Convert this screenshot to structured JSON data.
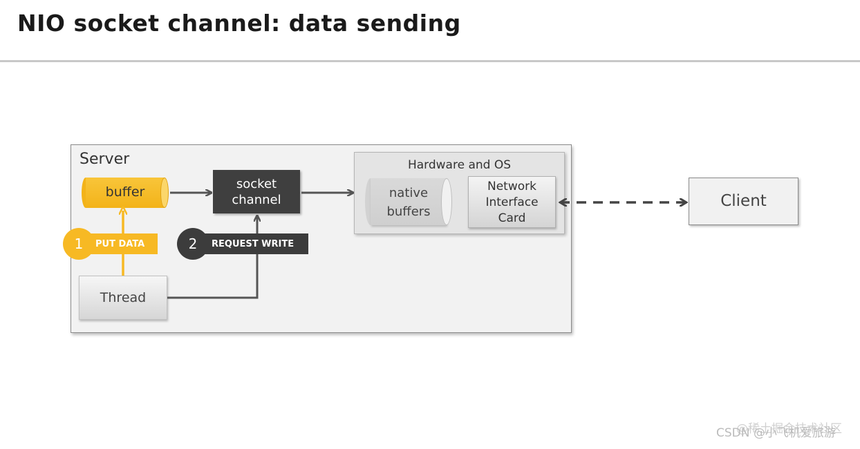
{
  "title": "NIO socket channel: data sending",
  "server": {
    "label": "Server"
  },
  "buffer": {
    "label": "buffer"
  },
  "socket_channel": {
    "line1": "socket",
    "line2": "channel"
  },
  "hardware": {
    "label": "Hardware and OS",
    "native_buffers": {
      "line1": "native",
      "line2": "buffers"
    },
    "nic": {
      "line1": "Network",
      "line2": "Interface",
      "line3": "Card"
    }
  },
  "client": {
    "label": "Client"
  },
  "thread": {
    "label": "Thread"
  },
  "steps": [
    {
      "number": "1",
      "label": "PUT DATA"
    },
    {
      "number": "2",
      "label": "REQUEST WRITE"
    }
  ],
  "colors": {
    "accent": "#f7b924",
    "dark": "#3c3c3c",
    "arrow": "#555555"
  },
  "watermark": {
    "line1": "CSDN @小飞机爱旅游",
    "line2": "@稀土掘金技术社区"
  }
}
